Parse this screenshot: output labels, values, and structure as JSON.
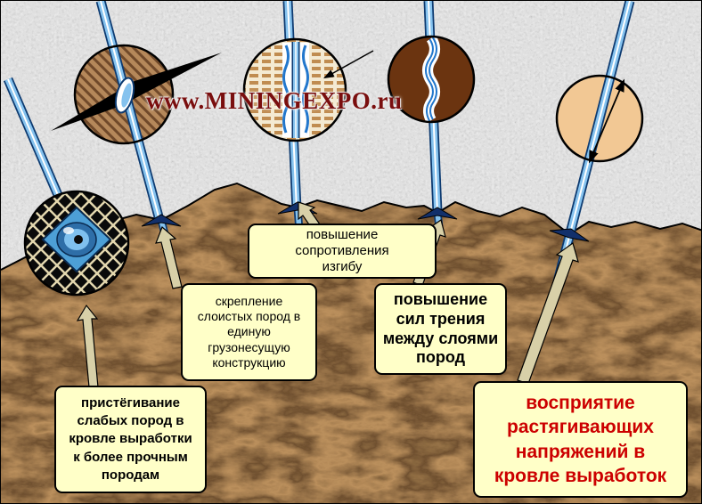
{
  "watermark": {
    "text": "www.MININGEXPO.ru",
    "color": "#7a0e0e"
  },
  "labels": {
    "bending": {
      "text": "повышение\nсопротивления\nизгибу"
    },
    "binding": {
      "text": "скрепление\nслоистых пород в\nединую\nгрузонесущую\nконструкцию"
    },
    "friction": {
      "text": "повышение\nсил трения\nмежду слоями\nпород"
    },
    "fastening": {
      "text": "пристёгивание\nслабых пород в\nкровле выработки\nк более прочным\nпородам"
    },
    "tension": {
      "text": "восприятие\nрастягивающих\nнапряжений в\nкровле выработок",
      "color": "#cc0000"
    }
  },
  "colors": {
    "label_background": "#ffffc8",
    "bolt_blue": "#85c2ee",
    "bolt_outline": "#0d3a70",
    "rock_gray": "#b9b9b9",
    "ground_brown": "#3a2310",
    "arrow_fill": "#d8d0a8",
    "watermark_red": "#7a0e0e",
    "tension_text_red": "#cc0000"
  }
}
